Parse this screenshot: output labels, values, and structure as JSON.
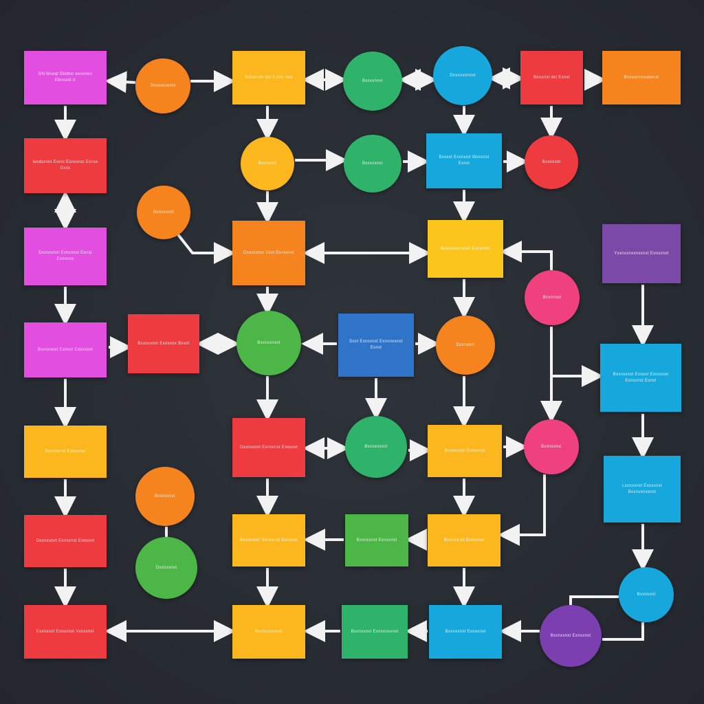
{
  "diagram": {
    "title": "",
    "arrow_color": "#f2f2f2",
    "nodes": [
      {
        "id": "n1",
        "shape": "rect",
        "color": "#e24ee0",
        "text": "DN Mxeqt Ekbbxr exoxnes Ebnxeid rt"
      },
      {
        "id": "n2",
        "shape": "circle",
        "color": "#f5841f",
        "text": "Doxxonxrnxt"
      },
      {
        "id": "n3",
        "shape": "rect",
        "color": "#fbb71d",
        "text": "Bdxxnxxr dxt Exxxt nne"
      },
      {
        "id": "n4",
        "shape": "circle",
        "color": "#2fb36a",
        "text": "Bxxxxnxxr"
      },
      {
        "id": "n5",
        "shape": "circle",
        "color": "#16a7dd",
        "text": "Dnxxxxnnxxt"
      },
      {
        "id": "n6",
        "shape": "rect",
        "color": "#ee3b3f",
        "text": "Bnxxnxt dxt Exnxt"
      },
      {
        "id": "n7",
        "shape": "rect",
        "color": "#f5841f",
        "text": "Bxxxxxnxxxnxnxt"
      },
      {
        "id": "n8",
        "shape": "rect",
        "color": "#ee3b3f",
        "text": "Ioxdxxnnt Exnxt Exnxxnxt Exnxx Dxxk"
      },
      {
        "id": "n9",
        "shape": "circle",
        "color": "#fbb71d",
        "text": "Bxxxxnxt"
      },
      {
        "id": "n10",
        "shape": "circle",
        "color": "#2fb36a",
        "text": "Bxxxxxnxr"
      },
      {
        "id": "n11",
        "shape": "rect",
        "color": "#16a7dd",
        "text": "Bxxxxt Exxnxxd Wxxxnxt Exnxt"
      },
      {
        "id": "n12",
        "shape": "circle",
        "color": "#ee3b3f",
        "text": "Bxxnxxnt"
      },
      {
        "id": "n13",
        "shape": "circle",
        "color": "#f5841f",
        "text": "Bxxnxxnxt"
      },
      {
        "id": "n14",
        "shape": "rect",
        "color": "#e24ee0",
        "text": "Dxxnxxnxt Exnxxnxt Exnxt Exnxnxs"
      },
      {
        "id": "n15",
        "shape": "rect",
        "color": "#f5841f",
        "text": "Dxxnxxnxt Vxxt Exnxxnxt"
      },
      {
        "id": "n16",
        "shape": "rect",
        "color": "#fbc51d",
        "text": "Bxxxxnxxnxnxt Exnxxnxt"
      },
      {
        "id": "n17",
        "shape": "rect",
        "color": "#7b4aa8",
        "text": "Yxxnxxnxxnxxnxt Exnxxnxt"
      },
      {
        "id": "n18",
        "shape": "circle",
        "color": "#f0417f",
        "text": "Bxxnxnxt"
      },
      {
        "id": "n19",
        "shape": "rect",
        "color": "#e24ee0",
        "text": "Bxxnxxnxt Exnxxt Exnxxnxt"
      },
      {
        "id": "n20",
        "shape": "rect",
        "color": "#ee3b3f",
        "text": "Bxxnxxnxt Exnxxnx Bxxnt"
      },
      {
        "id": "n21",
        "shape": "circle",
        "color": "#4cb647",
        "text": "Bxxnxxnxxt"
      },
      {
        "id": "n22",
        "shape": "rect",
        "color": "#2f74c9",
        "text": "Dxxt Exnxxnxt Exnxnxxnxt Exnxt"
      },
      {
        "id": "n23",
        "shape": "circle",
        "color": "#f5841f",
        "text": "Dxxnxxnt"
      },
      {
        "id": "n24",
        "shape": "rect",
        "color": "#16a7dd",
        "text": "Bxxnxxnxt Exnxxt Exnxxnxt Exnxxnxt Exnxt"
      },
      {
        "id": "n25",
        "shape": "rect",
        "color": "#fbb71d",
        "text": "Dxxnxxnxt Exnxxnxt"
      },
      {
        "id": "n26",
        "shape": "rect",
        "color": "#ee3b3f",
        "text": "Dxxnxxnxt Exnxxnxt Exnxnxt"
      },
      {
        "id": "n27",
        "shape": "circle",
        "color": "#2fb36a",
        "text": "Bxxxxnxxnt"
      },
      {
        "id": "n28",
        "shape": "rect",
        "color": "#fbb71d",
        "text": "Bxxnxxnxt Exnxxnxt"
      },
      {
        "id": "n29",
        "shape": "circle",
        "color": "#f0417f",
        "text": "Bxxnxxnxt"
      },
      {
        "id": "n30",
        "shape": "rect",
        "color": "#16a7dd",
        "text": "Lxxnxxnxt Exnxxnxt Bxxnxxnxxnxt"
      },
      {
        "id": "n31",
        "shape": "circle",
        "color": "#f5841f",
        "text": "Bxxnxxnxt"
      },
      {
        "id": "n32",
        "shape": "rect",
        "color": "#ee3b3f",
        "text": "Dxxnxxnxt Exnxxnxt Exnxnxt"
      },
      {
        "id": "n33",
        "shape": "rect",
        "color": "#fbb71d",
        "text": "Bxxnxxnxt Exnxxnxt Exnxnxt"
      },
      {
        "id": "n34",
        "shape": "rect",
        "color": "#4cb647",
        "text": "Bxxnxxnxt Exnxxnxt"
      },
      {
        "id": "n35",
        "shape": "rect",
        "color": "#fbb71d",
        "text": "Bxxnxxnxt Exnxxnxt"
      },
      {
        "id": "n36",
        "shape": "circle",
        "color": "#4cb647",
        "text": "Dxxnxxnxt"
      },
      {
        "id": "n37",
        "shape": "circle",
        "color": "#16a7dd",
        "text": "Bxxnxxnt"
      },
      {
        "id": "n38",
        "shape": "rect",
        "color": "#ee3b3f",
        "text": "Exxnxxnt Exnxxnxt Vxnxxnxt"
      },
      {
        "id": "n39",
        "shape": "rect",
        "color": "#fbb71d",
        "text": "Bxxnxxnxxnxt"
      },
      {
        "id": "n40",
        "shape": "rect",
        "color": "#2fb36a",
        "text": "Bxxnxxnxt Exnxxnxxnxt"
      },
      {
        "id": "n41",
        "shape": "rect",
        "color": "#16a7dd",
        "text": "Bxxnxxnxt Exnxxnxt"
      },
      {
        "id": "n42",
        "shape": "circle",
        "color": "#7b3fb0",
        "text": "Bxxnxxnxt Exnxxnxt"
      }
    ]
  }
}
